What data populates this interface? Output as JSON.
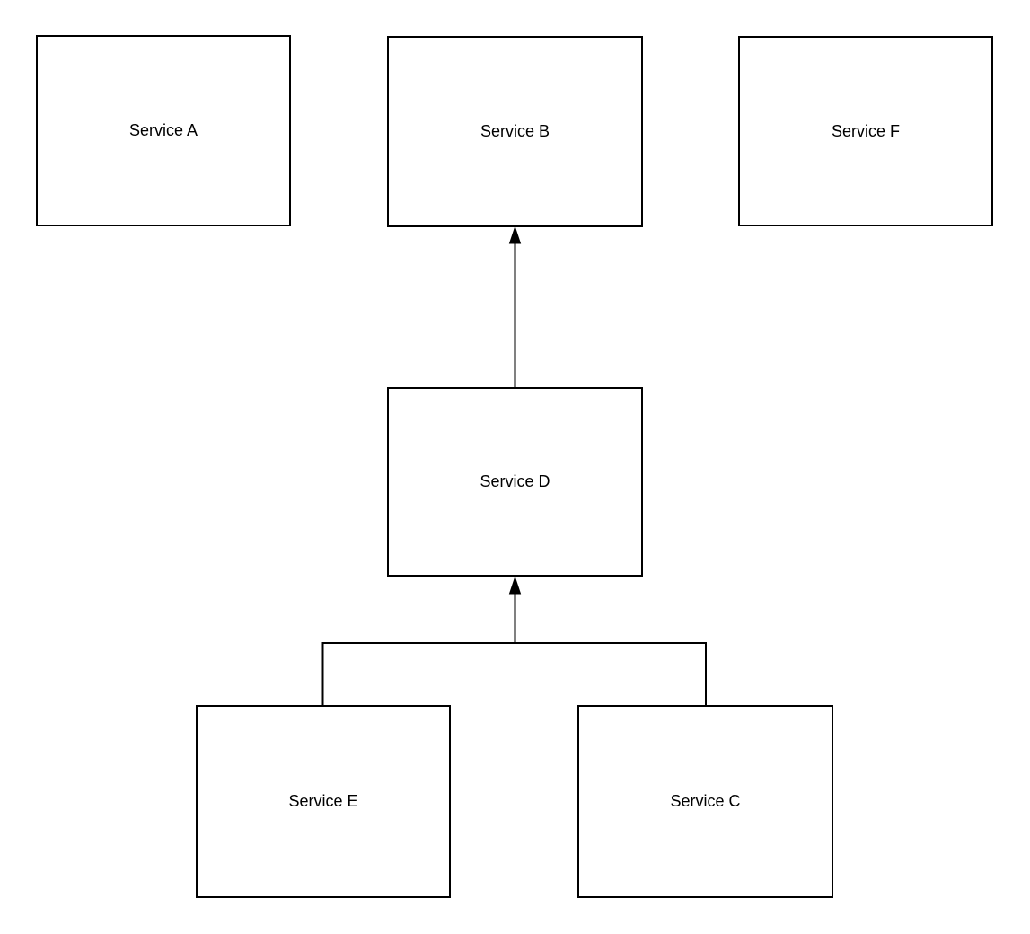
{
  "diagram": {
    "type": "flowchart",
    "background_color": "#ffffff",
    "line_color": "#000000",
    "text_color": "#000000",
    "nodes": [
      {
        "id": "service-a",
        "label": "Service A"
      },
      {
        "id": "service-b",
        "label": "Service B"
      },
      {
        "id": "service-f",
        "label": "Service F"
      },
      {
        "id": "service-d",
        "label": "Service D"
      },
      {
        "id": "service-e",
        "label": "Service E"
      },
      {
        "id": "service-c",
        "label": "Service C"
      }
    ],
    "edges": [
      {
        "from": "service-d",
        "to": "service-b",
        "style": "straight-arrow-up"
      },
      {
        "from": "service-e",
        "to": "service-d",
        "style": "orthogonal-tree-arrow-up"
      },
      {
        "from": "service-c",
        "to": "service-d",
        "style": "orthogonal-tree-arrow-up"
      }
    ]
  }
}
